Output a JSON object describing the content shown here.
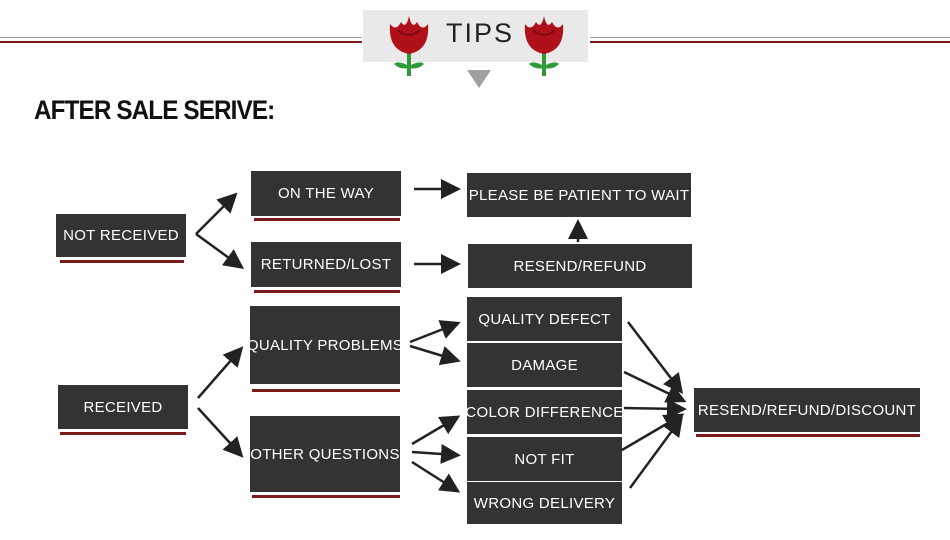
{
  "banner": {
    "title": "TIPS",
    "left_icon": "rose-icon",
    "right_icon": "rose-icon",
    "pointer_icon": "triangle-down-icon"
  },
  "heading": "AFTER SALE SERIVE:",
  "nodes": {
    "not_received": "NOT RECEIVED",
    "on_the_way": "ON THE WAY",
    "returned_lost": "RETURNED/LOST",
    "please_wait": "PLEASE BE PATIENT TO WAIT",
    "resend_refund": "RESEND/REFUND",
    "received": "RECEIVED",
    "quality_problems": "QUALITY PROBLEMS",
    "other_questions": "OTHER QUESTIONS",
    "quality_defect": "QUALITY DEFECT",
    "damage": "DAMAGE",
    "color_difference": "COLOR DIFFERENCE",
    "not_fit": "NOT FIT",
    "wrong_delivery": "WRONG DELIVERY",
    "resend_refund_discount": "RESEND/REFUND/DISCOUNT"
  },
  "colors": {
    "box": "#333333",
    "accent_line": "#7a1a1a",
    "rose": "#b0101a",
    "stem": "#2e9a3a"
  }
}
